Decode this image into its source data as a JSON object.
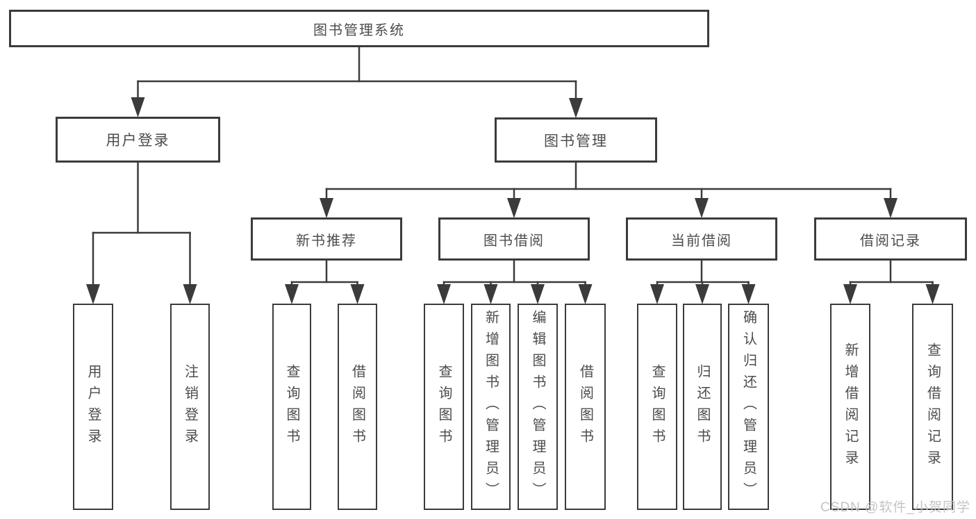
{
  "colors": {
    "line": "#3b3b3b",
    "text": "#4c4c4c",
    "watermark": "#c4c4c4",
    "background": "#ffffff"
  },
  "watermark": "CSDN @软件_小贺同学",
  "tree": {
    "id": "root",
    "label": "图书管理系统",
    "children": [
      {
        "id": "user-login",
        "label": "用户登录",
        "children": [
          {
            "id": "leaf-user-login",
            "label": "用户登录"
          },
          {
            "id": "leaf-logout",
            "label": "注销登录"
          }
        ]
      },
      {
        "id": "book-mgmt",
        "label": "图书管理",
        "children": [
          {
            "id": "new-book-rec",
            "label": "新书推荐",
            "children": [
              {
                "id": "leaf-nbr-query",
                "label": "查询图书"
              },
              {
                "id": "leaf-nbr-borrow",
                "label": "借阅图书"
              }
            ]
          },
          {
            "id": "book-borrow",
            "label": "图书借阅",
            "children": [
              {
                "id": "leaf-bb-query",
                "label": "查询图书"
              },
              {
                "id": "leaf-bb-add",
                "label": "新增图书（管理员）"
              },
              {
                "id": "leaf-bb-edit",
                "label": "编辑图书（管理员）"
              },
              {
                "id": "leaf-bb-borrow",
                "label": "借阅图书"
              }
            ]
          },
          {
            "id": "cur-borrow",
            "label": "当前借阅",
            "children": [
              {
                "id": "leaf-cb-query",
                "label": "查询图书"
              },
              {
                "id": "leaf-cb-return",
                "label": "归还图书"
              },
              {
                "id": "leaf-cb-confirm",
                "label": "确认归还（管理员）"
              }
            ]
          },
          {
            "id": "borrow-rec",
            "label": "借阅记录",
            "children": [
              {
                "id": "leaf-br-add",
                "label": "新增借阅记录"
              },
              {
                "id": "leaf-br-query",
                "label": "查询借阅记录"
              }
            ]
          }
        ]
      }
    ]
  }
}
